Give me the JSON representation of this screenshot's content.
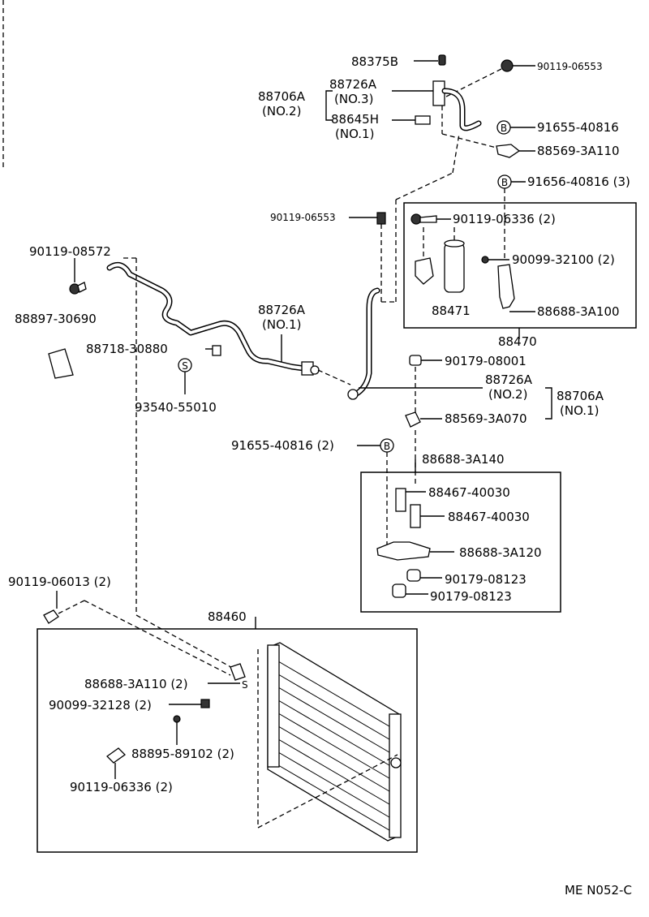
{
  "labels": {
    "l_88375B": "88375B",
    "l_90119_06553_a": "90119-06553",
    "l_88726A_top": "88726A",
    "l_no3": "(NO.3)",
    "l_88706A_top": "88706A",
    "l_no2_top": "(NO.2)",
    "l_88645H": "88645H",
    "l_no1_top": "(NO.1)",
    "l_91655_40816_a": "91655-40816",
    "l_88569_3A110": "88569-3A110",
    "l_91656_40816": "91656-40816 (3)",
    "l_90119_06553_b": "90119-06553",
    "l_90119_06336_a": "90119-06336 (2)",
    "l_90099_32100": "90099-32100 (2)",
    "l_88471": "88471",
    "l_88688_3A100": "88688-3A100",
    "l_88470": "88470",
    "l_90119_08572": "90119-08572",
    "l_88897_30690": "88897-30690",
    "l_88726A_mid": "88726A",
    "l_no1_mid": "(NO.1)",
    "l_88718_30880": "88718-30880",
    "l_90179_08001": "90179-08001",
    "l_93540_55010": "93540-55010",
    "l_88726A_no2": "88726A",
    "l_no2_mid": "(NO.2)",
    "l_88706A_mid": "88706A",
    "l_no1_right": "(NO.1)",
    "l_88569_3A070": "88569-3A070",
    "l_91655_40816_b": "91655-40816 (2)",
    "l_88688_3A140": "88688-3A140",
    "l_88467_40030_a": "88467-40030",
    "l_88467_40030_b": "88467-40030",
    "l_88688_3A120": "88688-3A120",
    "l_90179_08123_a": "90179-08123",
    "l_90179_08123_b": "90179-08123",
    "l_90119_06013": "90119-06013 (2)",
    "l_88460": "88460",
    "l_88688_3A110": "88688-3A110 (2)",
    "l_90099_32128": "90099-32128 (2)",
    "l_88895_89102": "88895-89102 (2)",
    "l_90119_06336_b": "90119-06336 (2)",
    "l_code": "ME N052-C"
  },
  "symbols": {
    "b": "B",
    "s": "S"
  }
}
